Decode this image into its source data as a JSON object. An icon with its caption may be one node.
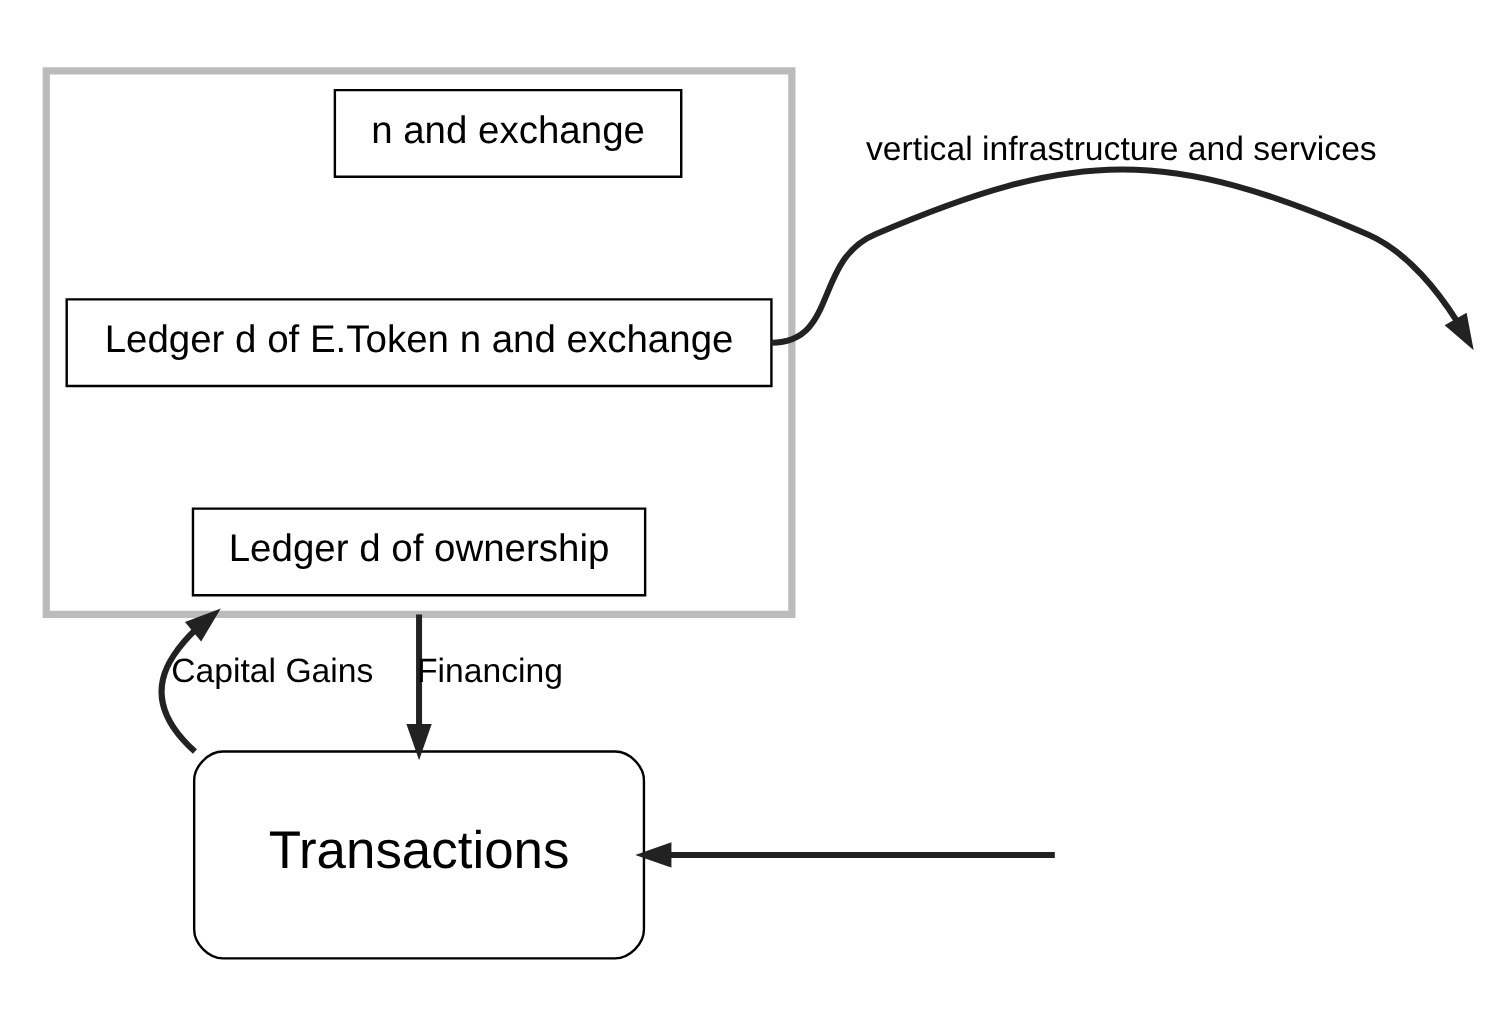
{
  "diagram": {
    "nodes": [
      {
        "text": [],
        "shape": "box"
      },
      {
        "text": [
          "n and exchange"
        ],
        "in": 0
      },
      {
        "text": [
          "Ledger d of E.Token n and exchange"
        ],
        "in": 0
      },
      {
        "text": [
          "Ledger d of ownership"
        ],
        "in": 0
      },
      {
        "text": [
          "Transactions"
        ]
      }
    ],
    "edges": [
      {
        "from": 2,
        "to": null,
        "arrow": "to",
        "label": "vertical infrastructure and services"
      },
      {
        "from": null,
        "to": 4,
        "arrow": "to"
      },
      {
        "from": 4,
        "to": 0,
        "arrow": "to",
        "label": "Capital Gains"
      },
      {
        "from": 0,
        "to": 4,
        "arrow": "to",
        "label": "Financing"
      }
    ]
  }
}
